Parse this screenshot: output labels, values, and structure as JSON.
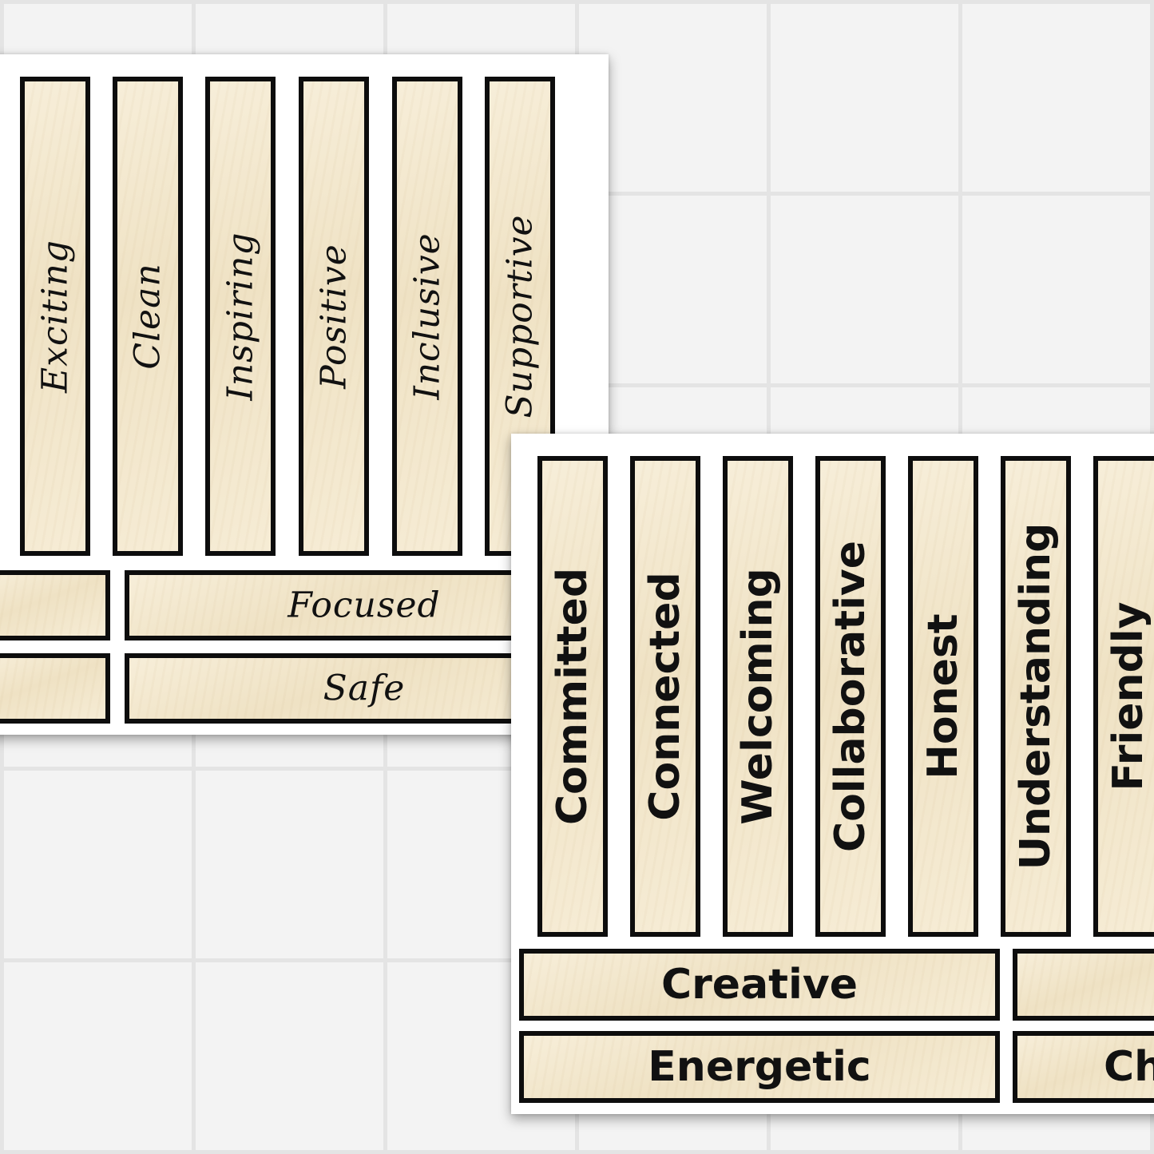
{
  "left_sheet": {
    "vertical_strips": [
      "Exciting",
      "Clean",
      "Inspiring",
      "Positive",
      "Inclusive",
      "Supportive"
    ],
    "horizontal_strips": [
      "Focused",
      "Safe"
    ],
    "partial_strips": [
      "",
      ""
    ]
  },
  "right_sheet": {
    "vertical_strips": [
      "Committed",
      "Connected",
      "Welcoming",
      "Collaborative",
      "Honest",
      "Understanding",
      "Friendly"
    ],
    "horizontal_strips": [
      "Creative",
      "Energetic"
    ],
    "partial_strips": [
      "",
      "Ch"
    ]
  },
  "colors": {
    "background": "#f3f3f3",
    "grid_lines": "#e4e4e4",
    "sheet": "#ffffff",
    "strip_fill": "#f4ead3",
    "strip_border": "#0d0d0d",
    "text": "#111111"
  }
}
